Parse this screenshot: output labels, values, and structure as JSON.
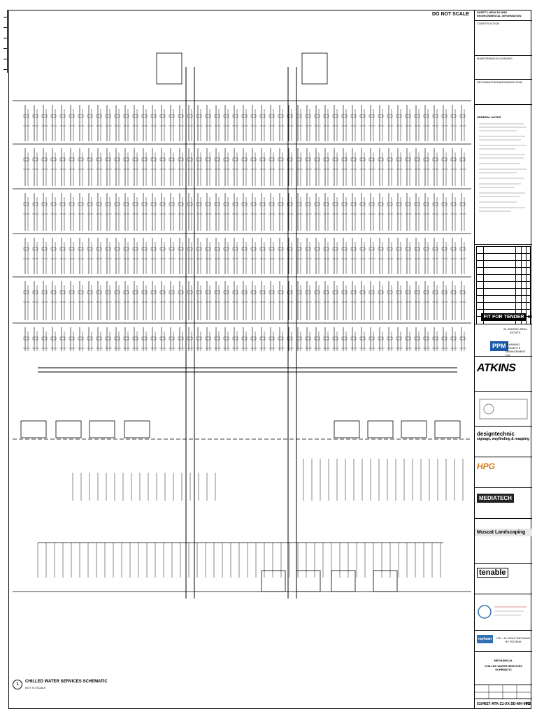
{
  "stamp": {
    "do_not_scale": "DO NOT SCALE"
  },
  "title_block": {
    "hse_title": "SAFETY, HEALTH AND ENVIRONMENTAL INFORMATION",
    "construction": "CONSTRUCTION",
    "maintenance": "MAINTENANCE/CLEANING",
    "decommissioning": "DECOMMISSIONING/DEMOLITION",
    "general_notes": "GENERAL NOTES",
    "status": "FIT FOR TENDER",
    "status_code": "B2",
    "client_name": "AL SEDRAH REAL ESTATE",
    "pm_logo": "PPM",
    "pm_name": "PLANNING PROJECTS MANAGEMENT CO.",
    "consultant": "ATKINS",
    "designer_logo": "designtechnic",
    "designer_tagline": "signage, wayfinding & mapping",
    "hpg_logo": "HPG",
    "mediatech_logo": "MEDIATECH",
    "landscape": "Muscat Landscaping",
    "tenable_logo": "tenable",
    "hotel_logo": "rayhaan",
    "project_name": "HIH - AL MOUJ RAYHAAN BY ROTANA",
    "discipline": "MECHANICAL",
    "drawing_title": "CHILLED WATER SERVICES SCHEMATIC",
    "drawing_number": "5104627-ATK-Z1-XX-SD-MH-0012",
    "revision": "P3"
  },
  "drawing": {
    "title": "CHILLED WATER SERVICES SCHEMATIC",
    "scale": "NOT TO SCALE",
    "number": "1"
  }
}
